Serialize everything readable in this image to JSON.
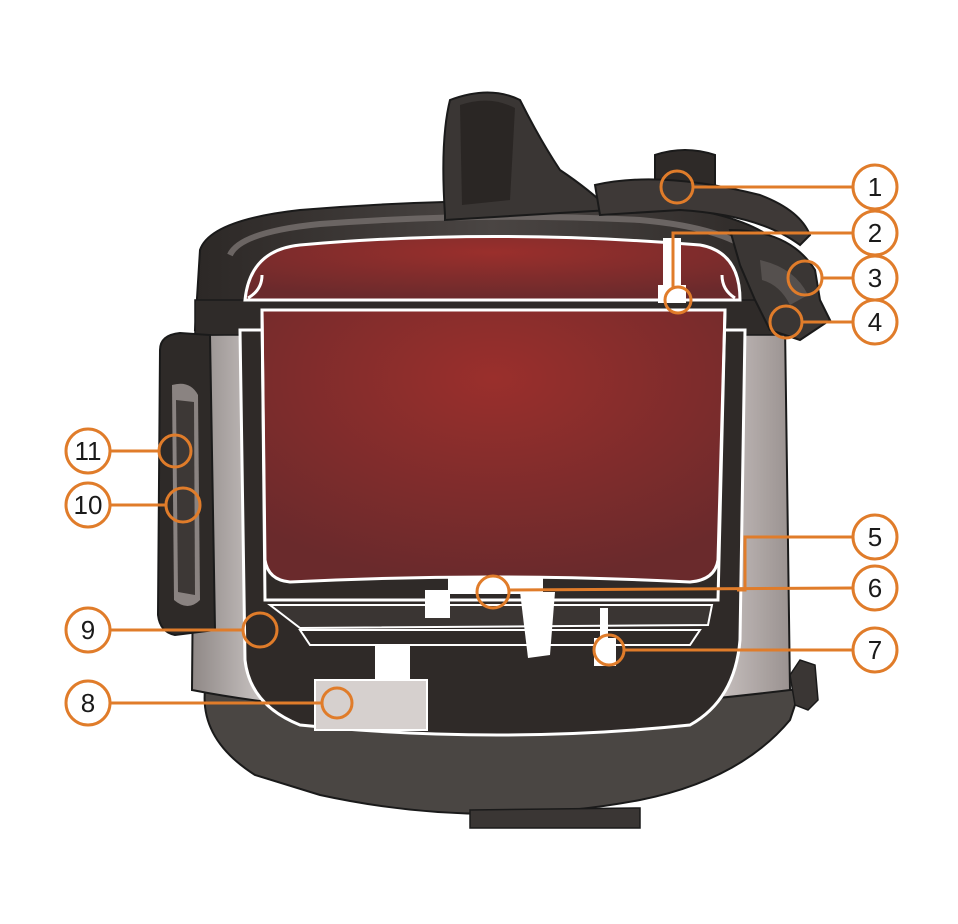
{
  "callout_color": "#e07c2a",
  "colors": {
    "inner_pot": "#8e2f2f",
    "dark_body": "#3a3532",
    "steel": "#c9c3c1",
    "base": "#4a4643"
  },
  "callouts": [
    {
      "id": "1",
      "label": "1"
    },
    {
      "id": "2",
      "label": "2"
    },
    {
      "id": "3",
      "label": "3"
    },
    {
      "id": "4",
      "label": "4"
    },
    {
      "id": "5",
      "label": "5"
    },
    {
      "id": "6",
      "label": "6"
    },
    {
      "id": "7",
      "label": "7"
    },
    {
      "id": "8",
      "label": "8"
    },
    {
      "id": "9",
      "label": "9"
    },
    {
      "id": "10",
      "label": "10"
    },
    {
      "id": "11",
      "label": "11"
    }
  ]
}
